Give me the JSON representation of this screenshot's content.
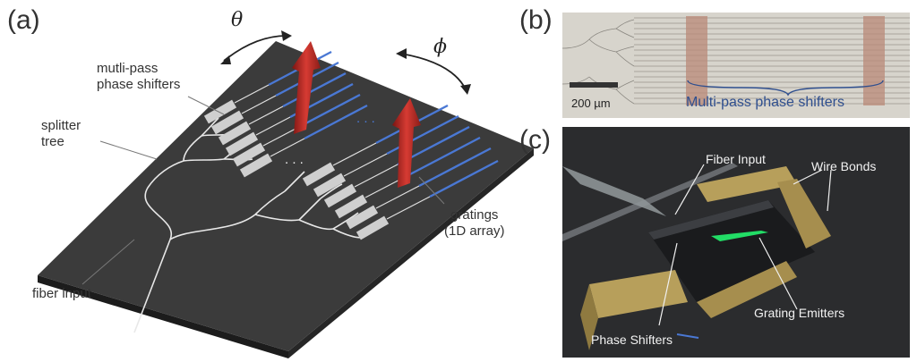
{
  "panel_a": {
    "label": "(a)",
    "theta": "θ",
    "phi": "ϕ",
    "phase_shifters": [
      "mutli-pass",
      "phase shifters"
    ],
    "splitter": [
      "splitter",
      "tree"
    ],
    "gratings": [
      "gratings",
      "(1D array)"
    ],
    "fiber_input": "fiber input",
    "ellipsis": ". . ."
  },
  "panel_b": {
    "label": "(b)",
    "scale_bar": "200 µm",
    "caption": "Multi-pass phase shifters",
    "caption_color": "#2f4f8f"
  },
  "panel_c": {
    "label": "(c)",
    "fiber_input": "Fiber Input",
    "wire_bonds": "Wire Bonds",
    "grating_emitters": "Grating Emitters",
    "phase_shifters": "Phase Shifters",
    "emitter_color": "#22dd66"
  },
  "colors": {
    "chip": "#3a3a3a",
    "waveguide": "#e6e6e6",
    "grating": "#4a78d4",
    "arrow": "#c8302a"
  }
}
